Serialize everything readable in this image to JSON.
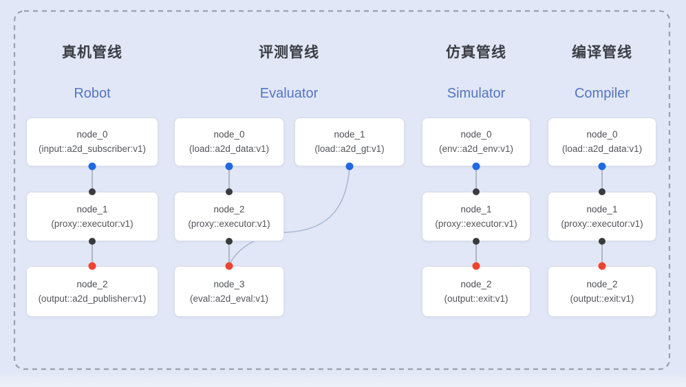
{
  "diagram": {
    "kind": "pipeline-dag-overview",
    "background_color": "#e1e7f6",
    "dashed_border_color": "#99a0ab",
    "edge_color": "#8f96a1",
    "curved_edge_color": "#a9b6cf",
    "card_background": "#ffffff",
    "card_border_color": "#d9dde6",
    "title_color": "#3a3d43",
    "subtitle_color": "#5375c2",
    "port_colors": {
      "source_output": "#1f69e2",
      "intermediate": "#3b3b3d",
      "sink_input": "#f0432f"
    }
  },
  "pipelines": [
    {
      "key": "robot",
      "title_zh": "真机管线",
      "title_en": "Robot",
      "nodes": [
        {
          "name": "node_0",
          "impl": "(input::a2d_subscriber:v1)"
        },
        {
          "name": "node_1",
          "impl": "(proxy::executor:v1)"
        },
        {
          "name": "node_2",
          "impl": "(output::a2d_publisher:v1)"
        }
      ]
    },
    {
      "key": "evaluator",
      "title_zh": "评测管线",
      "title_en": "Evaluator",
      "nodes": [
        {
          "name": "node_0",
          "impl": "(load::a2d_data:v1)"
        },
        {
          "name": "node_1",
          "impl": "(load::a2d_gt:v1)"
        },
        {
          "name": "node_2",
          "impl": "(proxy::executor:v1)"
        },
        {
          "name": "node_3",
          "impl": "(eval::a2d_eval:v1)"
        }
      ]
    },
    {
      "key": "simulator",
      "title_zh": "仿真管线",
      "title_en": "Simulator",
      "nodes": [
        {
          "name": "node_0",
          "impl": "(env::a2d_env:v1)"
        },
        {
          "name": "node_1",
          "impl": "(proxy::executor:v1)"
        },
        {
          "name": "node_2",
          "impl": "(output::exit:v1)"
        }
      ]
    },
    {
      "key": "compiler",
      "title_zh": "编译管线",
      "title_en": "Compiler",
      "nodes": [
        {
          "name": "node_0",
          "impl": "(load::a2d_data:v1)"
        },
        {
          "name": "node_1",
          "impl": "(proxy::executor:v1)"
        },
        {
          "name": "node_2",
          "impl": "(output::exit:v1)"
        }
      ]
    }
  ]
}
